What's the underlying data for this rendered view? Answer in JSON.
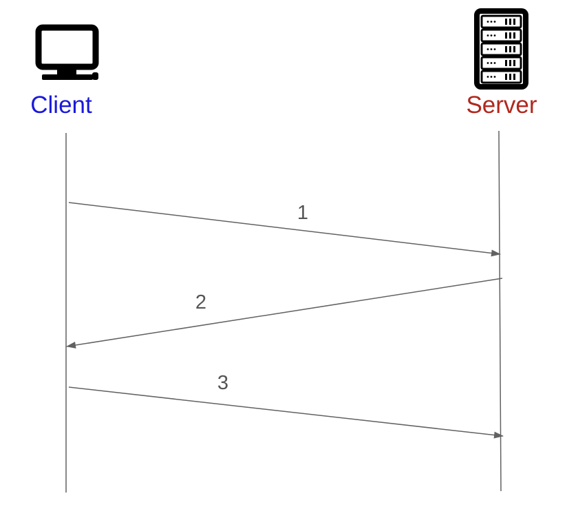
{
  "actors": {
    "client": {
      "label": "Client",
      "color": "#1a1adb",
      "icon": "desktop-computer-icon"
    },
    "server": {
      "label": "Server",
      "color": "#b0281e",
      "icon": "server-rack-icon"
    }
  },
  "messages": [
    {
      "label": "1",
      "from": "client",
      "to": "server"
    },
    {
      "label": "2",
      "from": "server",
      "to": "client"
    },
    {
      "label": "3",
      "from": "client",
      "to": "server"
    }
  ],
  "colors": {
    "line": "#616161",
    "icon": "#000000",
    "label": "#555555"
  }
}
